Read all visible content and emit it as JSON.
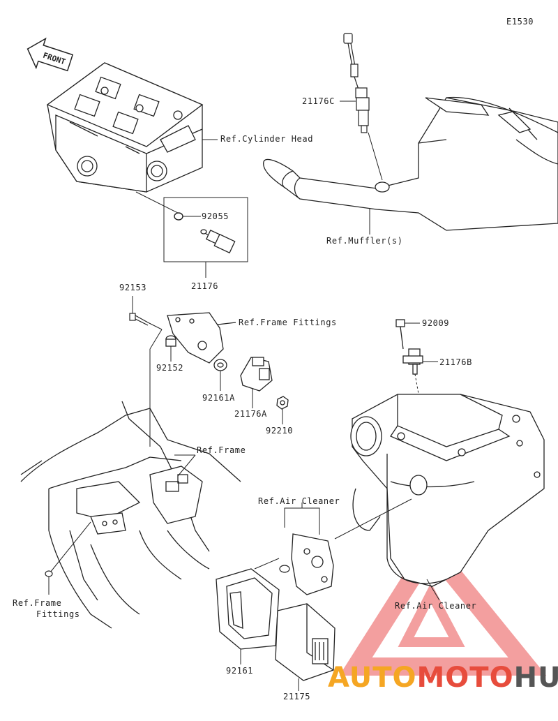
{
  "diagram_code": "E1530",
  "front_label": "FRONT",
  "labels": {
    "ref_cylinder_head": "Ref.Cylinder Head",
    "p21176c": "21176C",
    "ref_muffler": "Ref.Muffler(s)",
    "p92055": "92055",
    "p21176": "21176",
    "p92153": "92153",
    "ref_frame_fittings_top": "Ref.Frame Fittings",
    "p92152": "92152",
    "p92161a": "92161A",
    "p21176a": "21176A",
    "p92210": "92210",
    "p92009": "92009",
    "p21176b": "21176B",
    "ref_frame": "Ref.Frame",
    "ref_air_cleaner_top": "Ref.Air Cleaner",
    "ref_air_cleaner_bottom": "Ref.Air Cleaner",
    "ref_frame_fittings_bottom_1": "Ref.Frame",
    "ref_frame_fittings_bottom_2": "Fittings",
    "p92161": "92161",
    "p21175": "21175"
  },
  "watermark": {
    "part1": "AUTO",
    "part2": "MOTO",
    "part3": "HUB",
    "color1": "#f5a623",
    "color2": "#e74c3c",
    "color3": "#555555",
    "triangle_color": "#f08080"
  }
}
